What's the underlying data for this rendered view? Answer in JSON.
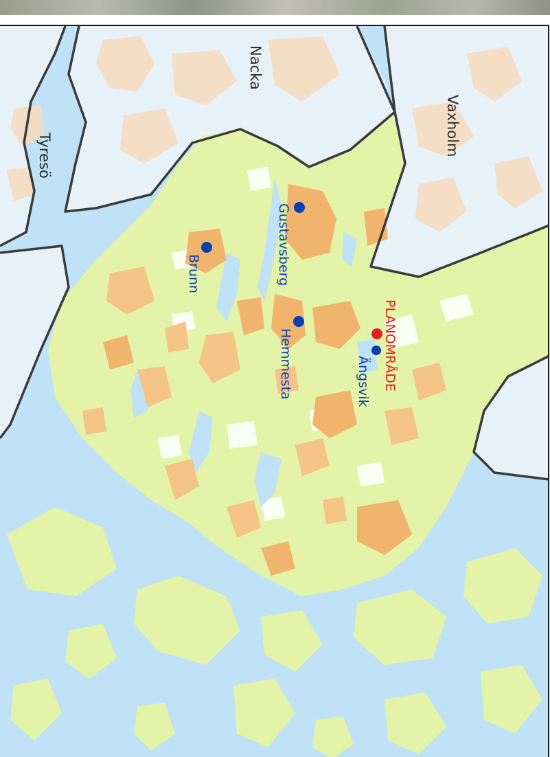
{
  "map": {
    "municipalities": [
      {
        "name": "Nacka"
      },
      {
        "name": "Vaxholm"
      },
      {
        "name": "Tyresö"
      }
    ],
    "places": [
      {
        "name": "Gustavsberg"
      },
      {
        "name": "Brunn"
      },
      {
        "name": "Hemmesta"
      },
      {
        "name": "Ängsvik"
      }
    ],
    "plan_area": {
      "label": "PLANOMRÅDE"
    },
    "colors": {
      "water": "#bfe2f6",
      "land": "#e3f3a7",
      "urban": "#f4c489",
      "urban_dense": "#f0b46c",
      "neighbour_region": "#e6f1f8",
      "border": "#3a3a3a",
      "place_marker": "#0b3fb0",
      "plan_marker": "#e32020",
      "plan_label": "#e32020",
      "place_label": "#0b3fb0",
      "municipality_label": "#2a2a2a"
    },
    "icons": {
      "place_marker": "blue-dot-icon",
      "plan_marker": "red-dot-icon"
    }
  }
}
